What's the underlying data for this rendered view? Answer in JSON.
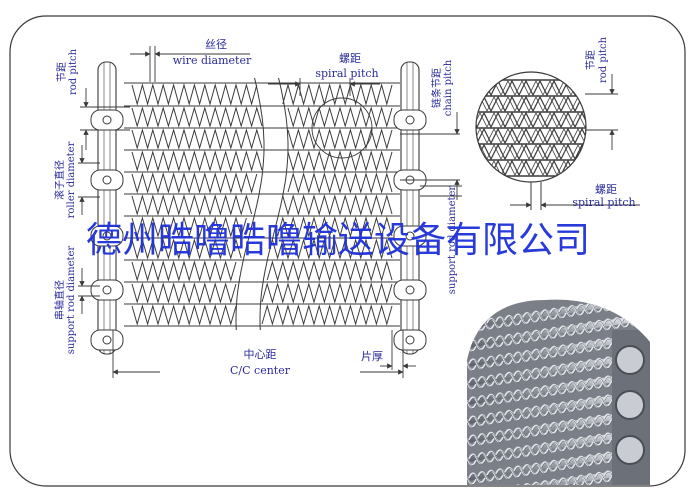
{
  "colors": {
    "line": "#3a3a3a",
    "label": "#2a2a9a",
    "watermark": "#1d2fd8",
    "photo_metal": "#b8bcc4"
  },
  "labels": {
    "rod_pitch_cn": "节距",
    "rod_pitch_en": "rod pitch",
    "wire_diameter_cn": "丝径",
    "wire_diameter_en": "wire diameter",
    "spiral_pitch_cn": "螺距",
    "spiral_pitch_en": "spiral pitch",
    "chain_pitch_cn": "链条节距",
    "chain_pitch_en": "chain pitch",
    "roller_diameter_cn": "滚子直径",
    "roller_diameter_en": "roller diameter",
    "support_rod_cn": "串轴直径",
    "support_rod_en": "support rod diameter",
    "support_rod_right_en": "support rod diameter",
    "center_cn": "中心距",
    "center_en": "C/C center",
    "thickness_cn": "片厚",
    "detail_pitch_cn": "节距",
    "detail_pitch_en": "rod pitch",
    "detail_spiral_cn": "螺距",
    "detail_spiral_en": "spiral pitch"
  },
  "watermark": "德州晧噜晧噜输送设备有限公司"
}
